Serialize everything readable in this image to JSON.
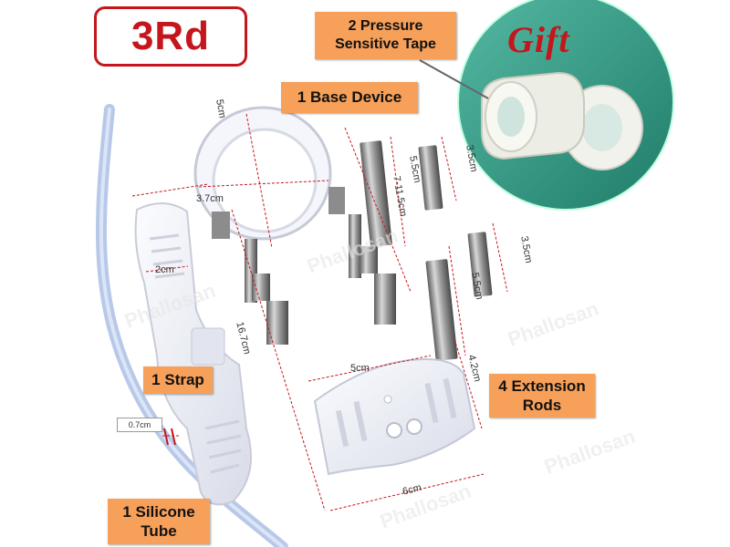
{
  "badge": "3Rd",
  "gift": "Gift",
  "callouts": {
    "tape": [
      "2 Pressure",
      "Sensitive Tape"
    ],
    "base": "1 Base Device",
    "strap": "1 Strap",
    "rods": [
      "4 Extension",
      "Rods"
    ],
    "tube": [
      "1 Silicone",
      "Tube"
    ]
  },
  "dimensions": {
    "ring_height": "5cm",
    "ring_width": "3.7cm",
    "base_length": "7-11.5cm",
    "base_width": "5cm",
    "rod_long_1": "5.5cm",
    "rod_short_1": "3.5cm",
    "rod_long_2": "5.5cm",
    "rod_short_2": "3.5cm",
    "strap_width": "2cm",
    "strap_length": "16.7cm",
    "plate_height": "4.2cm",
    "plate_width": "6cm",
    "tube_diameter": "0.7cm"
  },
  "colors": {
    "badge_red": "#c4161c",
    "callout_orange": "#f6a05a",
    "gift_bg": "#2e9c86",
    "metal": "#9a9a9a",
    "plastic_white": "#eef0f6"
  }
}
